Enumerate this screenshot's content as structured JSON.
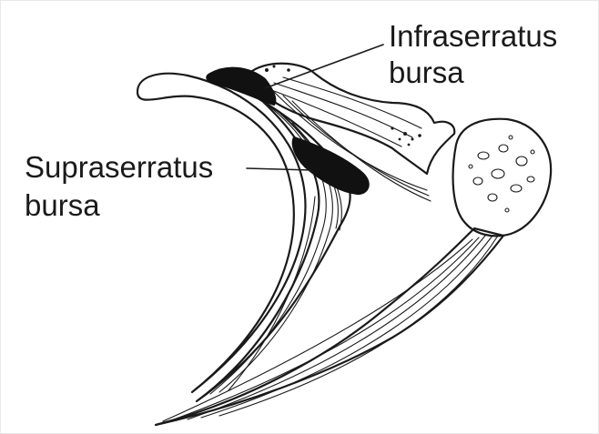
{
  "labels": {
    "infraserratus_line1": "Infraserratus",
    "infraserratus_line2": "bursa",
    "supraserratus_line1": "Supraserratus",
    "supraserratus_line2": "bursa"
  },
  "colors": {
    "ink": "#1a1a1a",
    "bursa_fill": "#111111",
    "background": "#ffffff"
  }
}
